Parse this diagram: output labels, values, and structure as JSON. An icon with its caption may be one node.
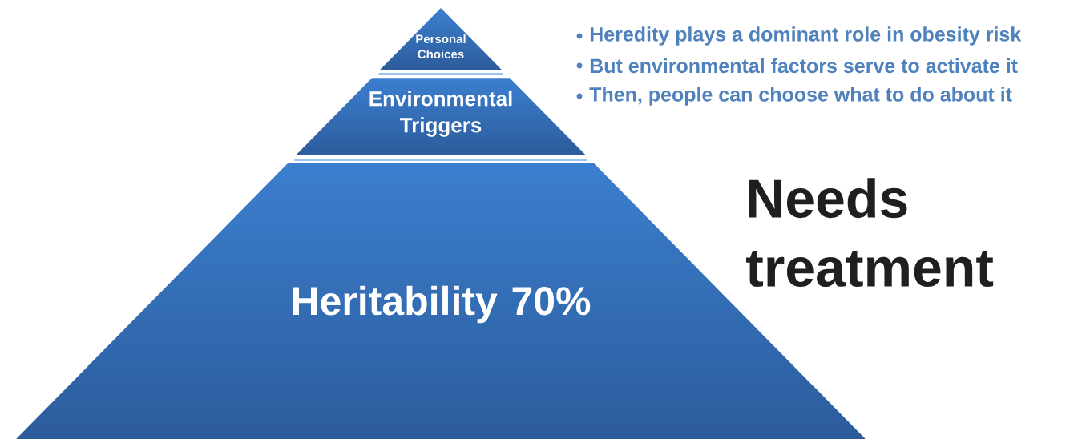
{
  "diagram": {
    "nodes": [
      {
        "text": [
          "Personal Choices"
        ]
      },
      {
        "text": [
          "Environmental Triggers"
        ]
      },
      {
        "text": [
          "Heritability 70%"
        ]
      }
    ],
    "labels": [
      "Heredity plays a dominant role in obesity risk",
      "But environmental factors serve to activate it",
      "Then, people can choose what to do about it",
      "Needs treatment"
    ]
  }
}
